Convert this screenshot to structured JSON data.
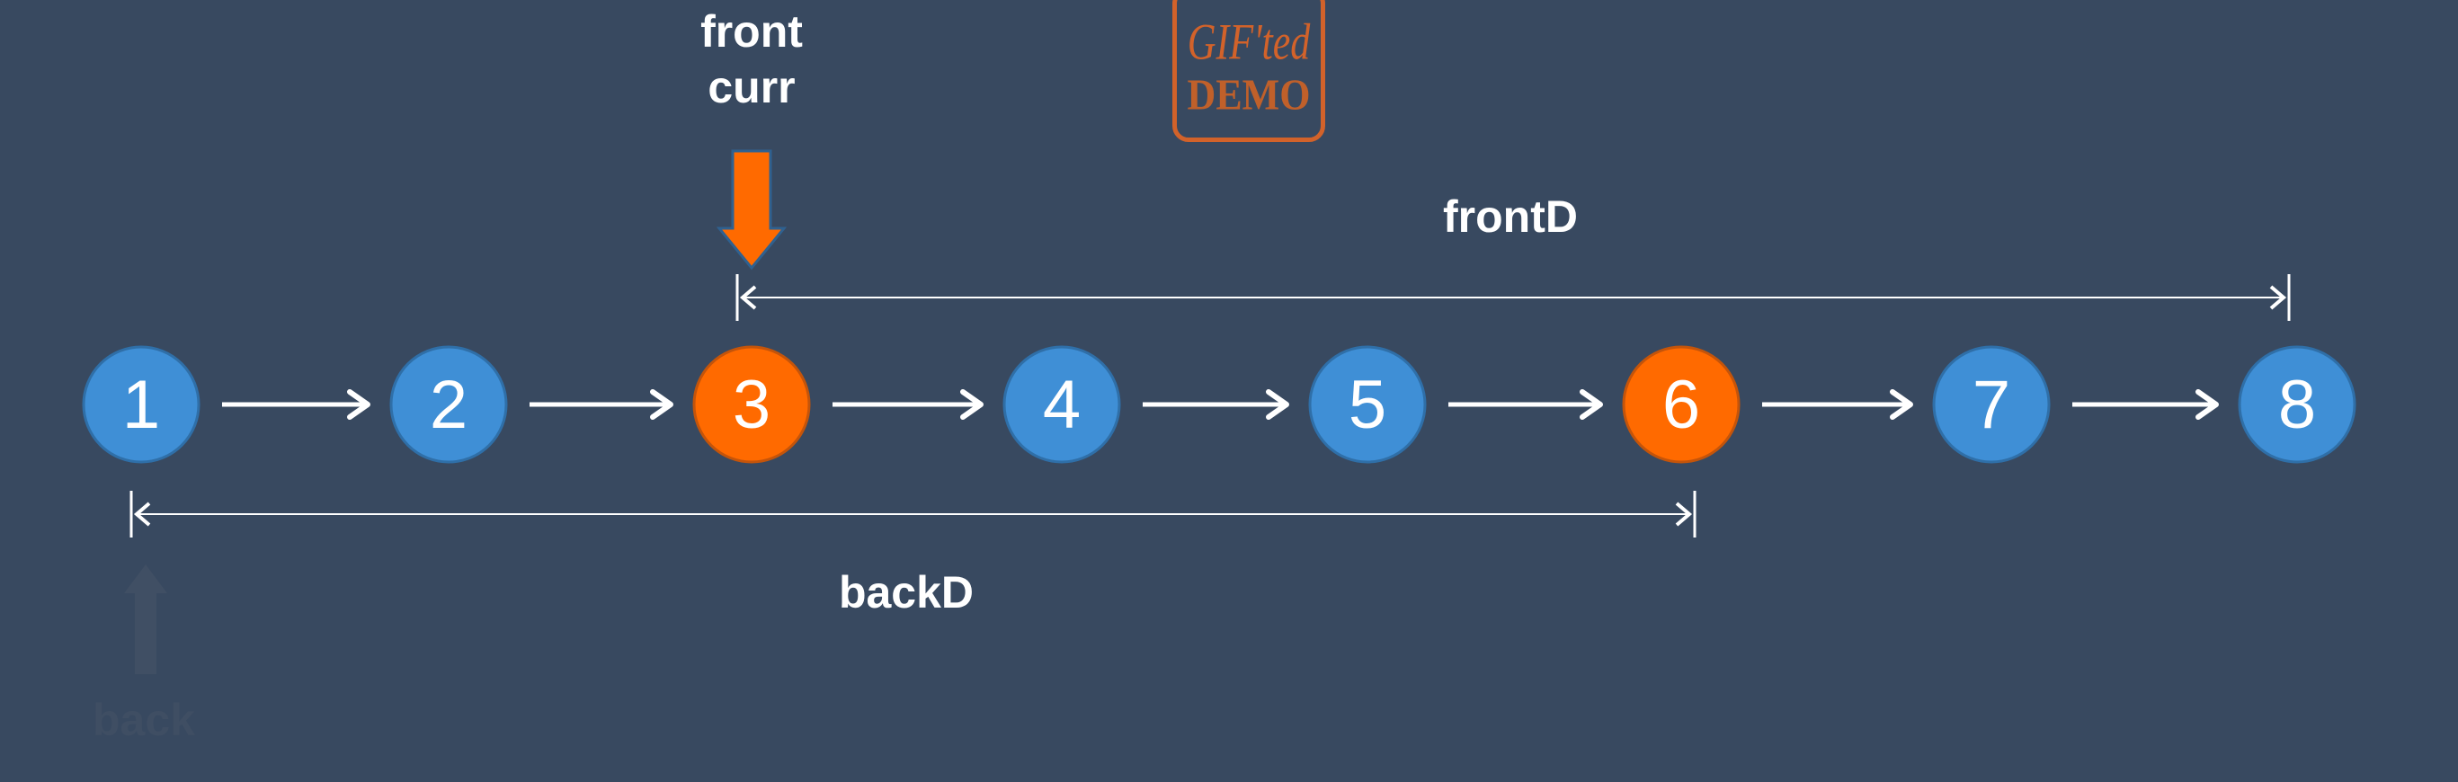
{
  "colors": {
    "background": "#384960",
    "node": "#3f8fd6",
    "node_highlight": "#ff6a00",
    "pointer": "#ff6a00",
    "text": "#ffffff"
  },
  "nodes": [
    {
      "label": "1",
      "highlight": false
    },
    {
      "label": "2",
      "highlight": false
    },
    {
      "label": "3",
      "highlight": true
    },
    {
      "label": "4",
      "highlight": false
    },
    {
      "label": "5",
      "highlight": false
    },
    {
      "label": "6",
      "highlight": true
    },
    {
      "label": "7",
      "highlight": false
    },
    {
      "label": "8",
      "highlight": false
    }
  ],
  "pointer_labels": {
    "front": "front",
    "curr": "curr",
    "back": "back"
  },
  "dimensions": {
    "frontD": "frontD",
    "backD": "backD"
  },
  "watermark": {
    "line1": "GIF'ted",
    "line2": "DEMO"
  }
}
